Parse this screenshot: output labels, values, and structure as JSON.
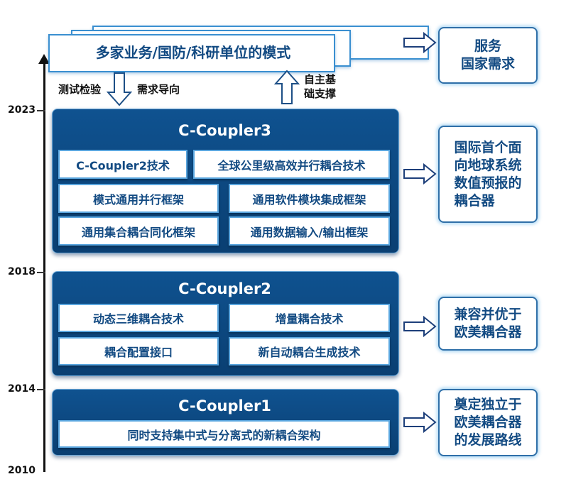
{
  "timeline": {
    "years": [
      "2023",
      "2018",
      "2014",
      "2010"
    ]
  },
  "top": {
    "banner": "多家业务/国防/科研单位的模式",
    "down_arrow_left_label": "测试检验",
    "down_arrow_right_label": "需求导向",
    "up_arrow_label": [
      "自主基",
      "础支撑"
    ]
  },
  "c3": {
    "title": "C-Coupler3",
    "items": [
      "C-Coupler2技术",
      "全球公里级高效并行耦合技术",
      "模式通用并行框架",
      "通用软件模块集成框架",
      "通用集合耦合同化框架",
      "通用数据输入/输出框架"
    ]
  },
  "c2": {
    "title": "C-Coupler2",
    "items": [
      "动态三维耦合技术",
      "增量耦合技术",
      "耦合配置接口",
      "新自动耦合生成技术"
    ]
  },
  "c1": {
    "title": "C-Coupler1",
    "items": [
      "同时支持集中式与分离式的新耦合架构"
    ]
  },
  "outcomes": [
    [
      "服务",
      "国家需求"
    ],
    [
      "国际首个面",
      "向地球系统",
      "数值预报的",
      "耦合器"
    ],
    [
      "兼容并优于",
      "欧美耦合器"
    ],
    [
      "奠定独立于",
      "欧美耦合器",
      "的发展路线"
    ]
  ],
  "colors": {
    "dark_box": "#0d4a80",
    "text_blue": "#124a82",
    "border_blue": "#5aa6df"
  }
}
